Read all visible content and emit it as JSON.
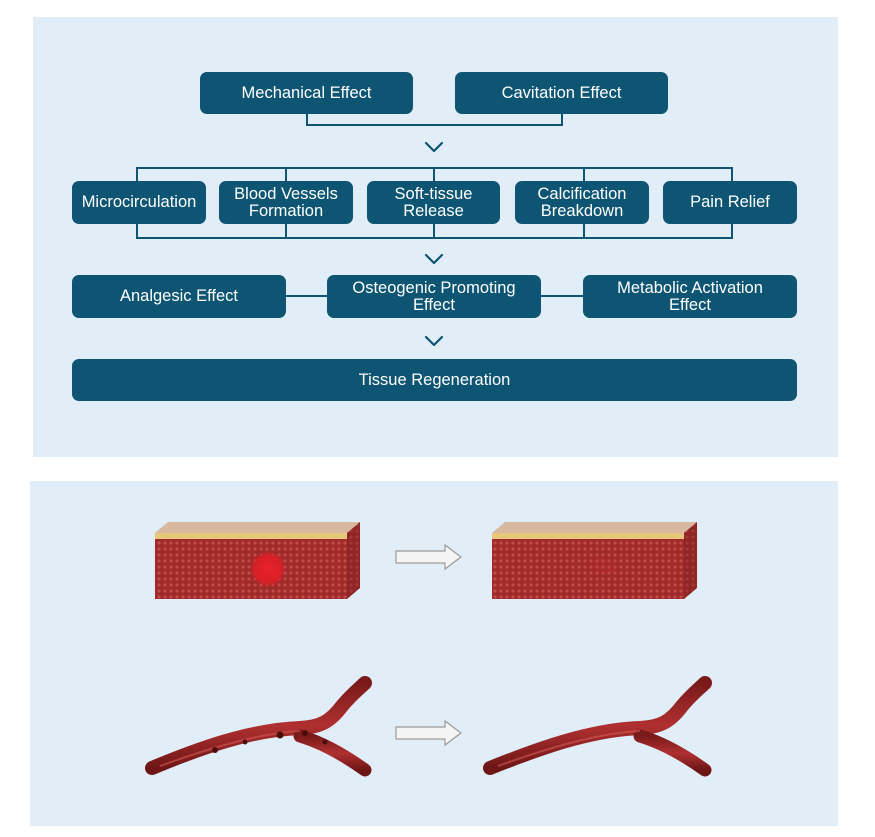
{
  "diagram": {
    "row1": [
      "Mechanical Effect",
      "Cavitation Effect"
    ],
    "row2": [
      "Microcirculation",
      "Blood Vessels\nFormation",
      "Soft-tissue\nRelease",
      "Calcification\nBreakdown",
      "Pain Relief"
    ],
    "row3": [
      "Analgesic Effect",
      "Osteogenic Promoting\nEffect",
      "Metabolic Activation\nEffect"
    ],
    "row4": [
      "Tissue Regeneration"
    ]
  },
  "colors": {
    "node_fill": "#0d5572",
    "node_text": "#ffffff",
    "panel_background": "#e1eef8",
    "tissue": "#a52a2a",
    "lesion": "#d81f26"
  },
  "illustrations": {
    "top_row": [
      "tissue-block-with-lesion-icon",
      "arrow-right-icon",
      "tissue-block-healed-icon"
    ],
    "bottom_row": [
      "blood-vessel-with-clots-icon",
      "arrow-right-icon",
      "blood-vessel-cleared-icon"
    ]
  }
}
